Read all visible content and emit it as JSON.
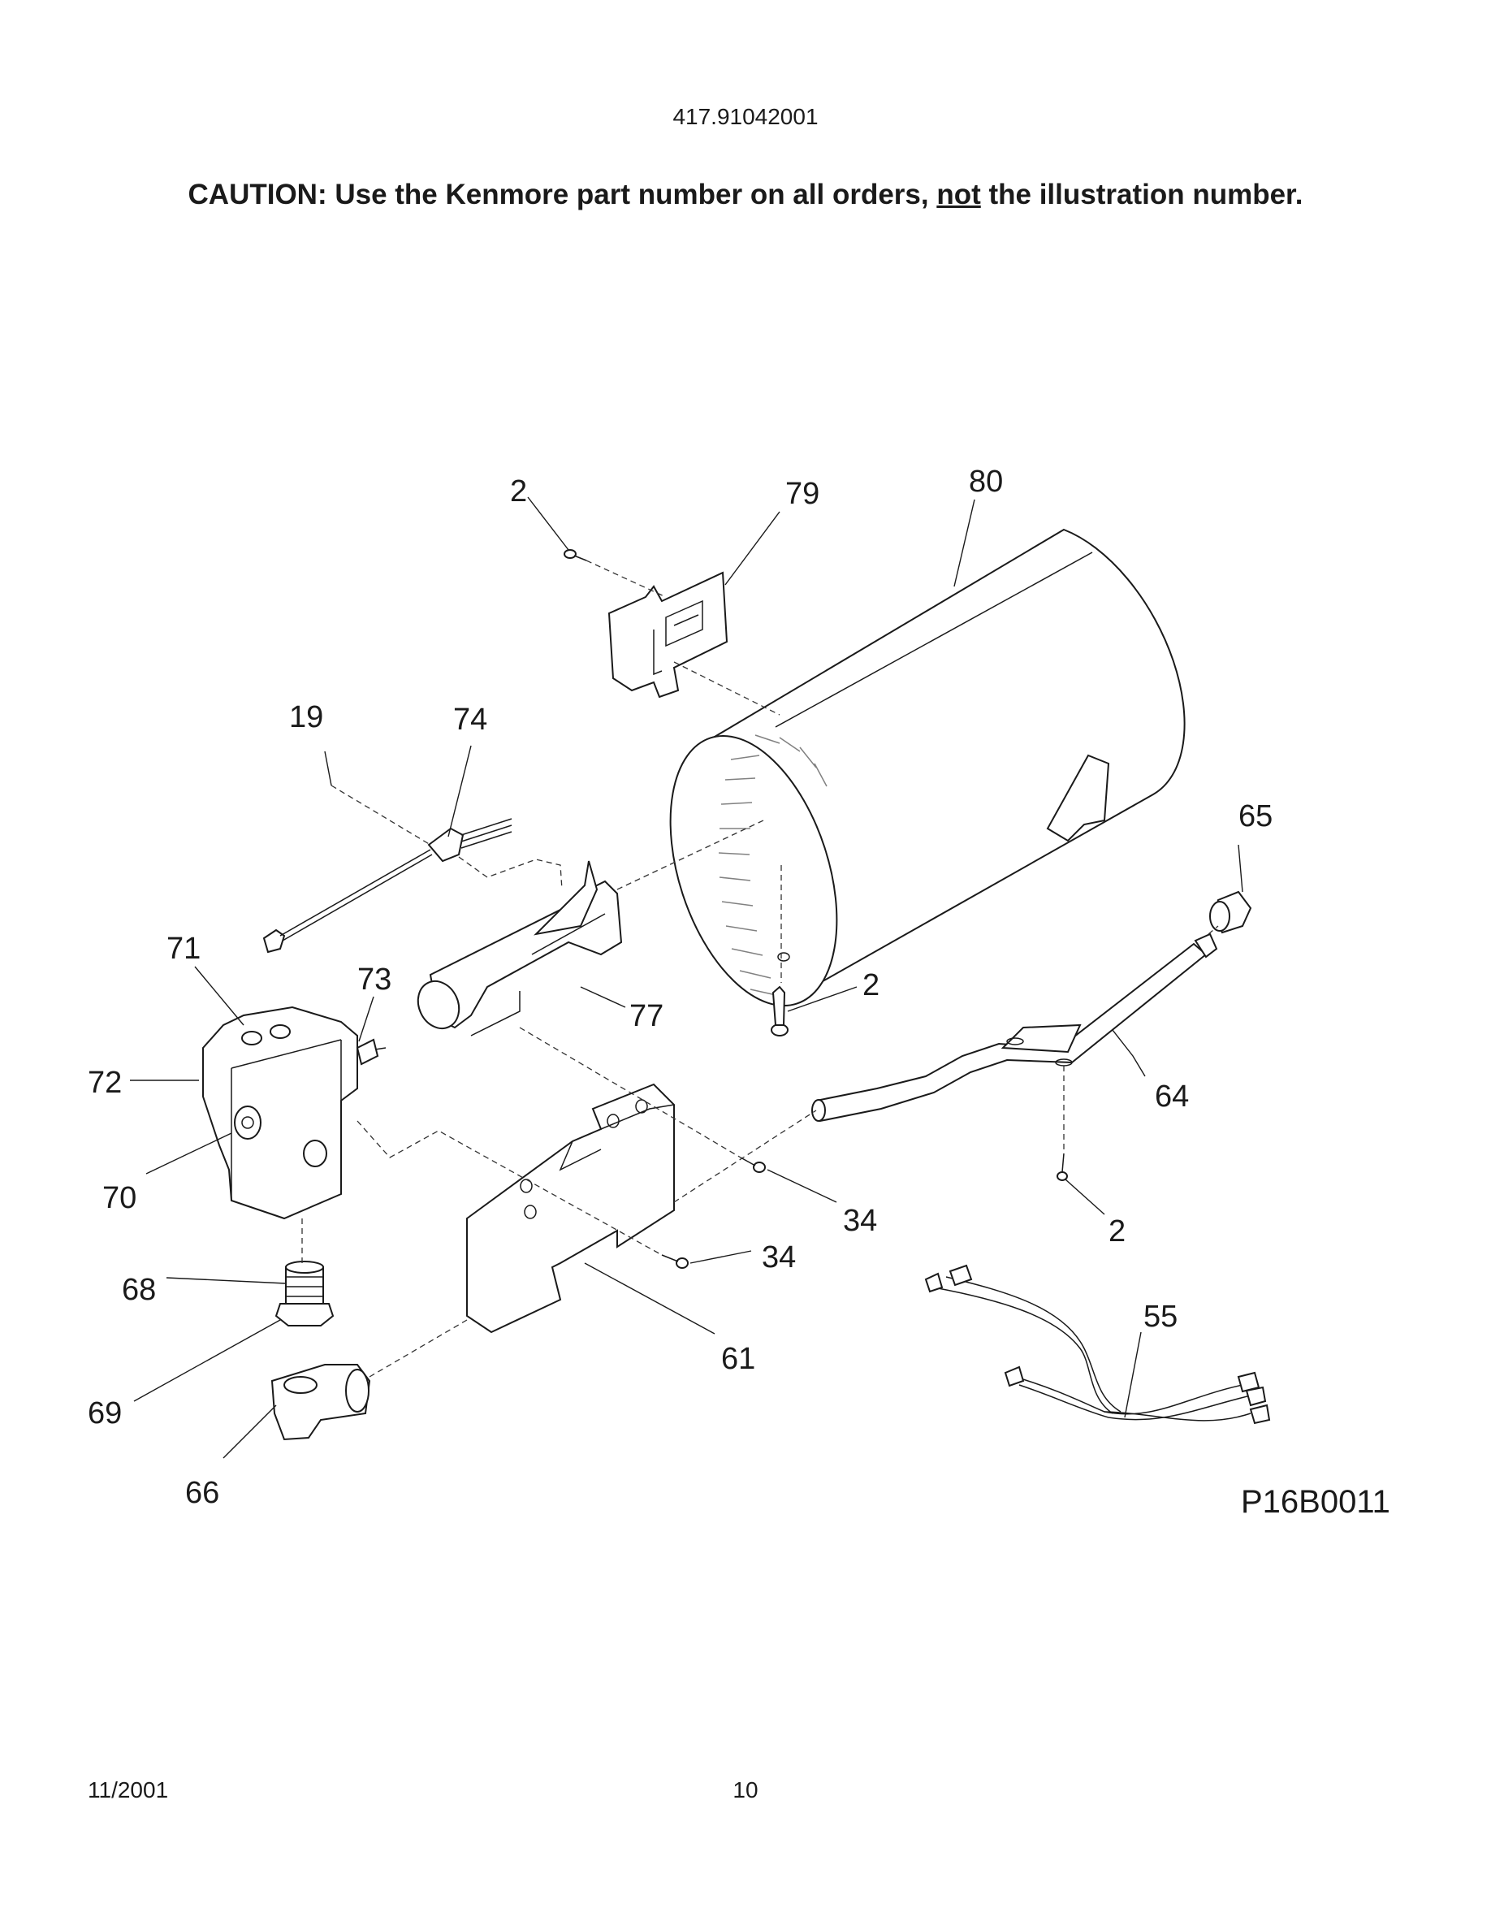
{
  "header": {
    "model_number": "417.91042001",
    "caution_pre": "CAUTION: Use the Kenmore part number on all orders, ",
    "caution_emph": "not",
    "caution_post": " the illustration number."
  },
  "diagram": {
    "callouts": [
      "2",
      "79",
      "80",
      "19",
      "74",
      "65",
      "71",
      "73",
      "77",
      "2",
      "72",
      "64",
      "70",
      "34",
      "2",
      "34",
      "68",
      "55",
      "61",
      "69",
      "66"
    ],
    "figure_code": "P16B0011"
  },
  "footer": {
    "date": "11/2001",
    "page": "10"
  }
}
